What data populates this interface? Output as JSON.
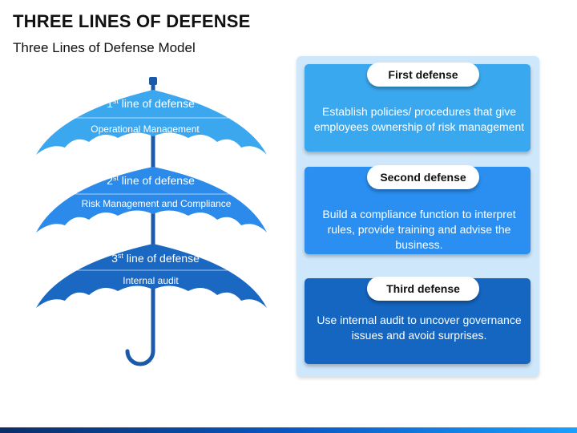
{
  "title": "THREE LINES OF DEFENSE",
  "subtitle": "Three Lines of Defense Model",
  "colors": {
    "umbrella_1": "#3ba7ef",
    "umbrella_2": "#2c8bea",
    "umbrella_3": "#1a68c2",
    "pole": "#1a5aa8",
    "panel": "#cfe7fb"
  },
  "umbrellas": [
    {
      "ordinal": "1",
      "suffix": "st",
      "label": " line of defense",
      "sub": "Operational Management"
    },
    {
      "ordinal": "2",
      "suffix": "st",
      "label": " line of defense",
      "sub": "Risk Management and Compliance"
    },
    {
      "ordinal": "3",
      "suffix": "st",
      "label": " line of defense",
      "sub": "Internal audit"
    }
  ],
  "cards": [
    {
      "heading": "First defense",
      "lines": [
        "Establish policies/ procedures that give",
        "employees ownership of risk management"
      ]
    },
    {
      "heading": "Second  defense",
      "lines": [
        "Build a compliance function to interpret",
        "rules, provide training and advise the",
        "business."
      ]
    },
    {
      "heading": "Third defense",
      "lines": [
        "Use internal audit to uncover governance",
        "issues and avoid surprises."
      ]
    }
  ]
}
